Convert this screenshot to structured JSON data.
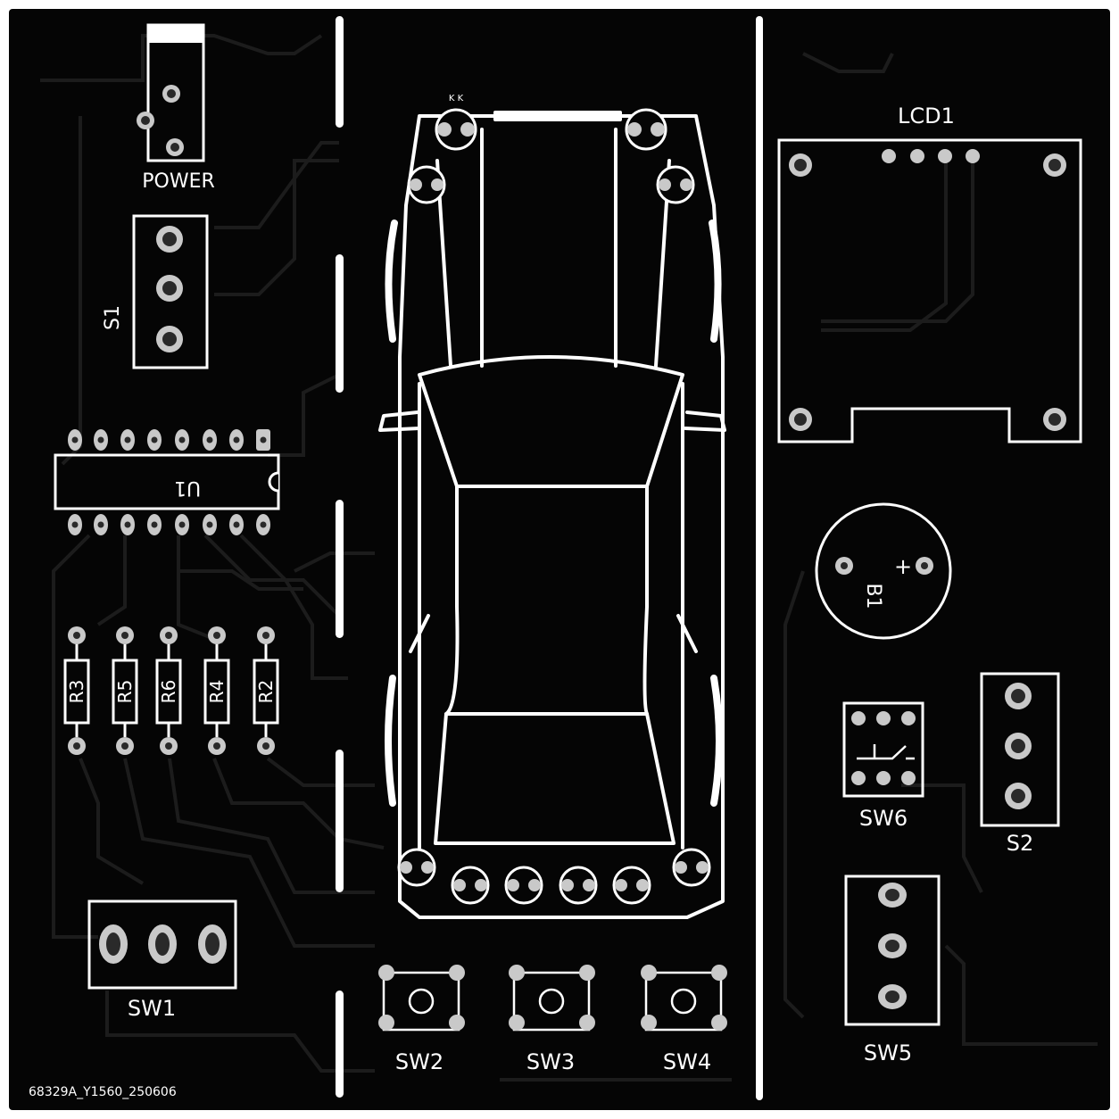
{
  "board": {
    "colors": {
      "substrate": "#050505",
      "trace": "#1a1a1a",
      "silkscreen": "#ffffff",
      "pad": "#c9c9c9",
      "hole": "#2a2a2a"
    },
    "labels": {
      "power": "POWER",
      "s1": "S1",
      "u1": "U1",
      "lcd1": "LCD1",
      "b1": "B1",
      "b1_plus": "+",
      "sw1": "SW1",
      "sw2": "SW2",
      "sw3": "SW3",
      "sw4": "SW4",
      "sw5": "SW5",
      "sw6": "SW6",
      "s2": "S2",
      "r3": "R3",
      "r5": "R5",
      "r6": "R6",
      "r4": "R4",
      "r2": "R2",
      "board_code": "68329A_Y1560_250606"
    }
  }
}
